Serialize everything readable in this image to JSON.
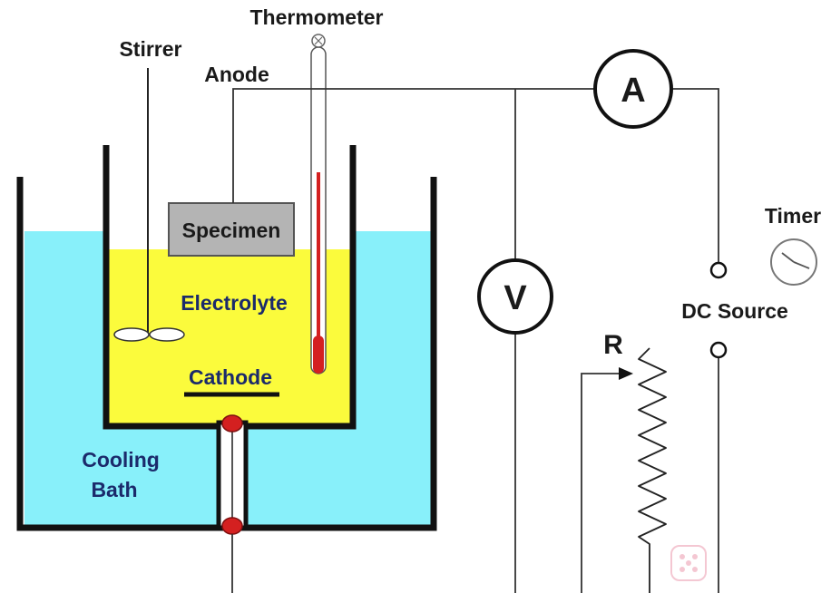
{
  "labels": {
    "thermometer": "Thermometer",
    "stirrer": "Stirrer",
    "anode": "Anode",
    "specimen": "Specimen",
    "electrolyte": "Electrolyte",
    "cathode": "Cathode",
    "cooling_bath_line1": "Cooling",
    "cooling_bath_line2": "Bath",
    "timer": "Timer",
    "dc_source": "DC Source",
    "resistor": "R"
  },
  "meters": {
    "ammeter": "A",
    "voltmeter": "V"
  },
  "colors": {
    "cooling_bath": "#88f0fa",
    "electrolyte": "#fbfb3c",
    "specimen": "#b4b4b4",
    "thermometer_fluid": "#d42020",
    "seal": "#d42020",
    "wire": "#333333",
    "vessel": "#111111"
  },
  "icons": {
    "timer": "clock-icon",
    "watermark": "logo-icon"
  }
}
